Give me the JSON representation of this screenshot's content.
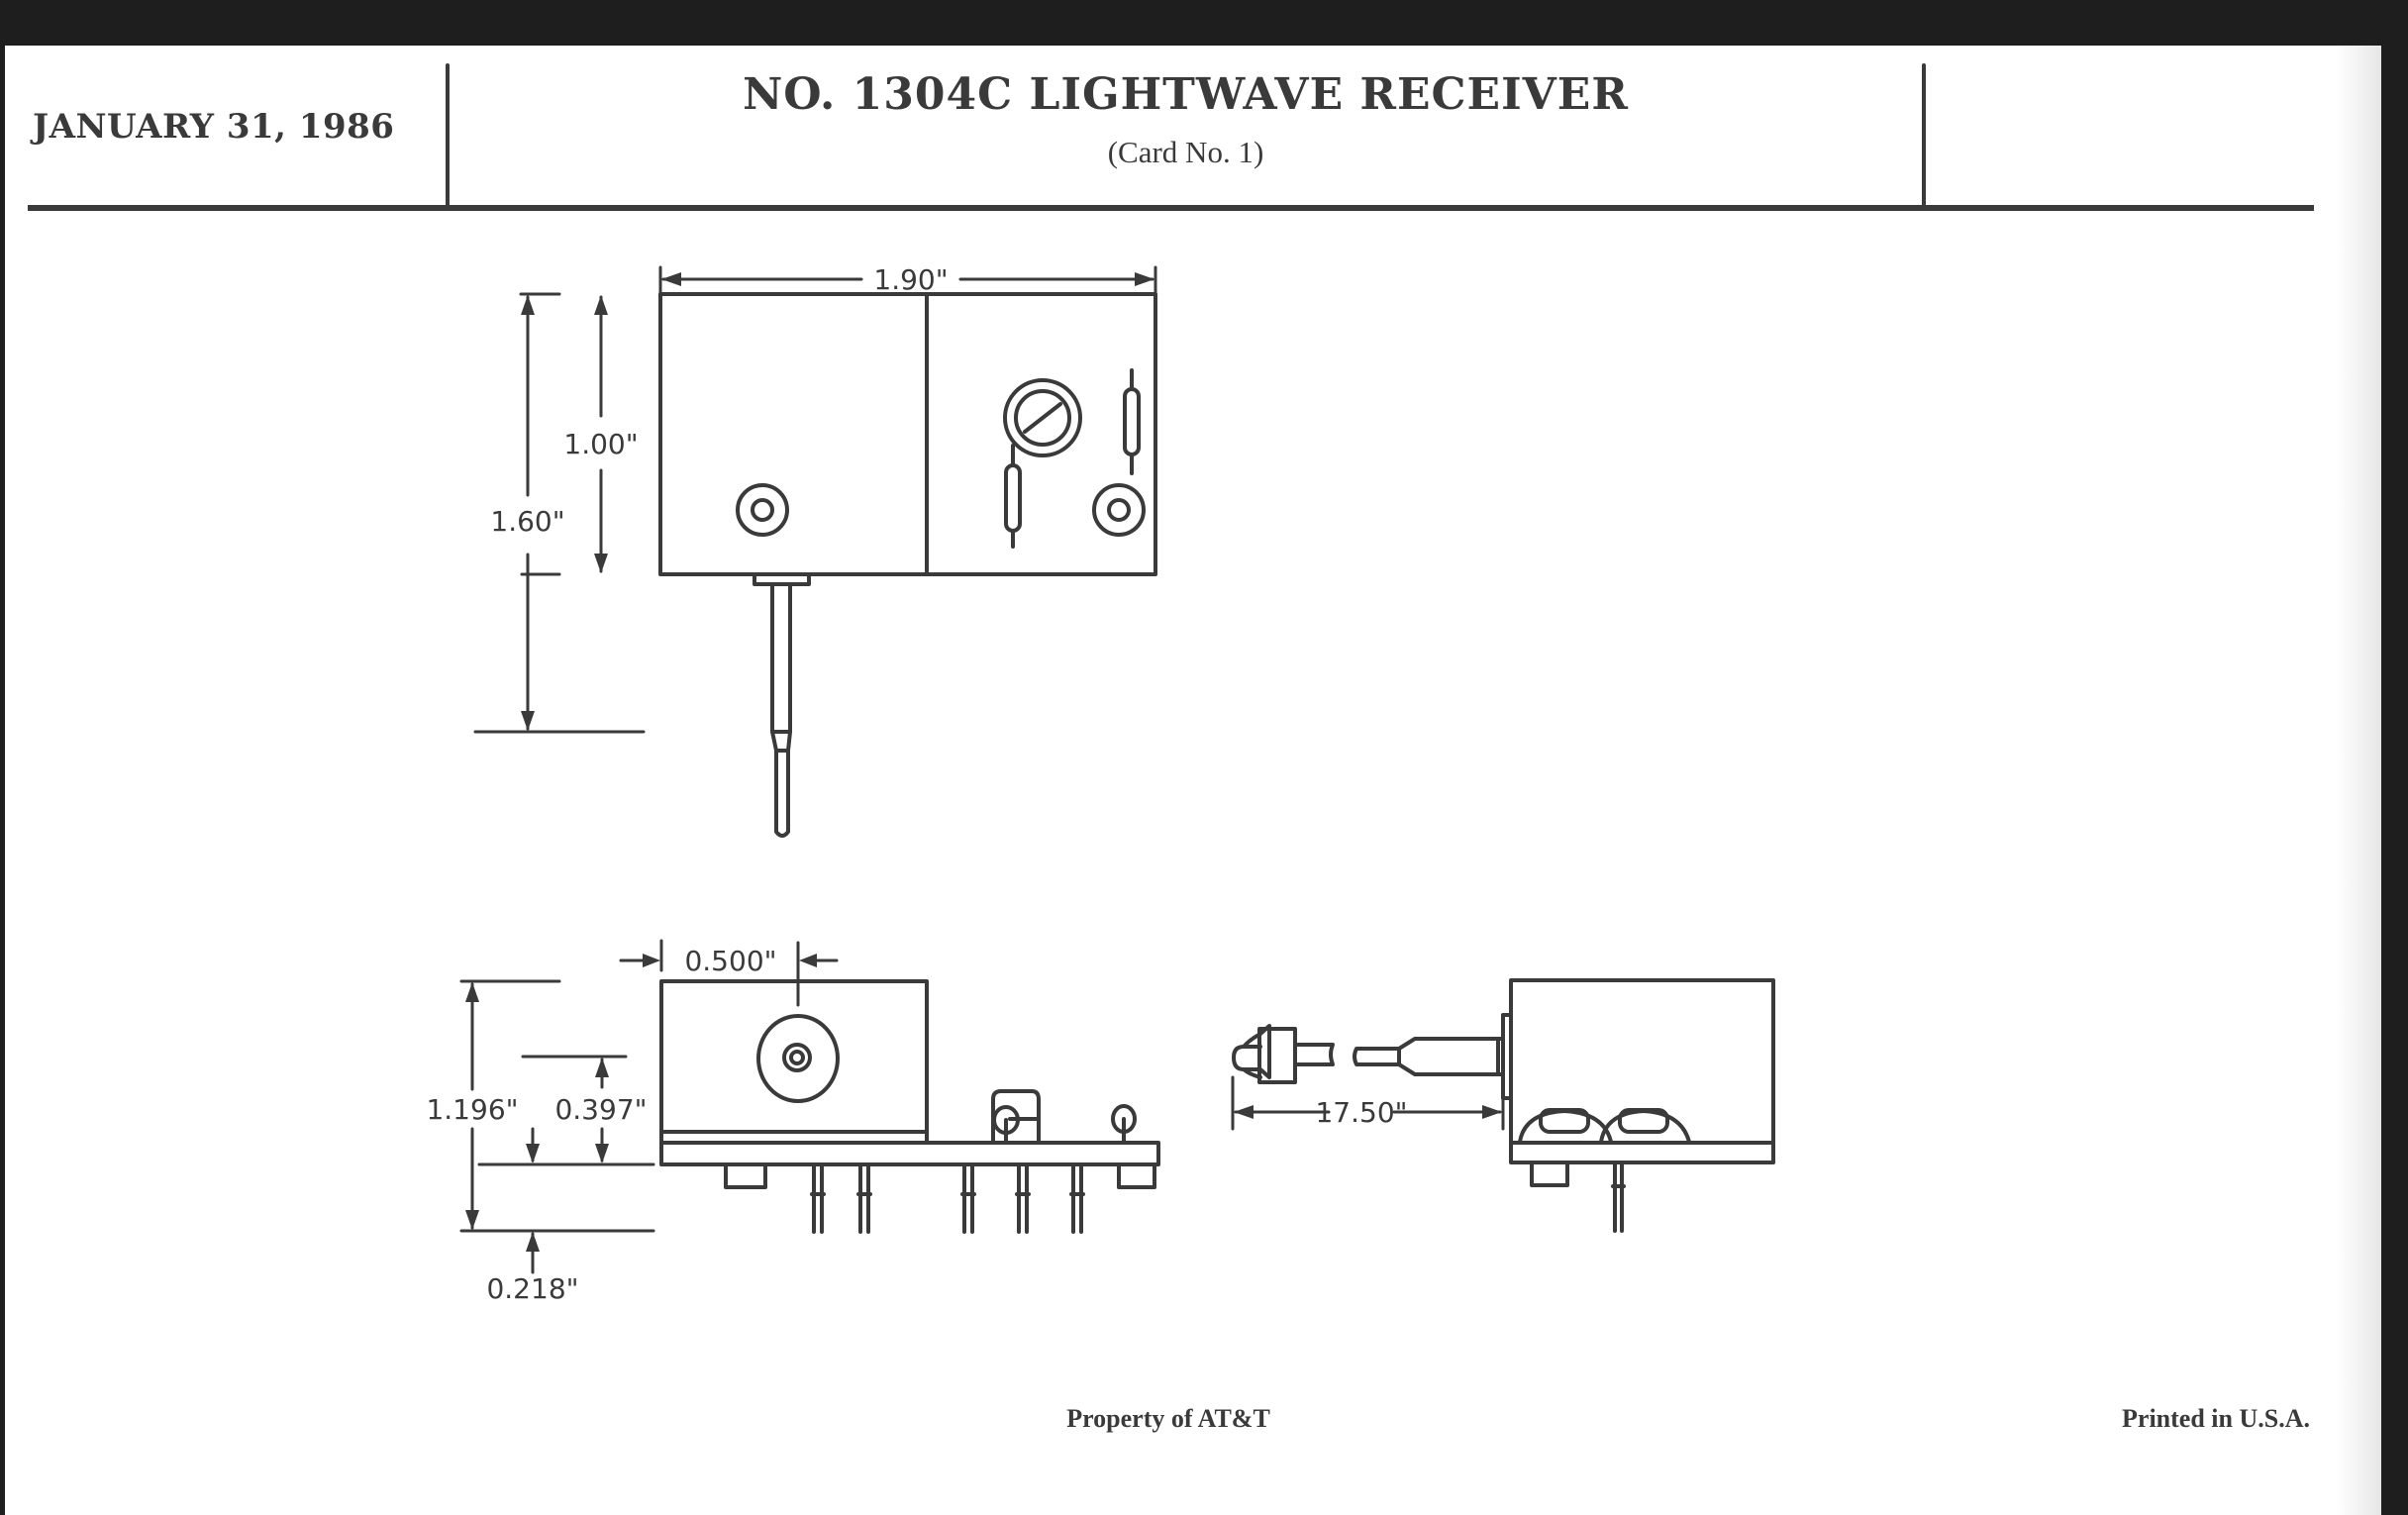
{
  "header": {
    "date": "JANUARY 31, 1986",
    "title": "NO. 1304C LIGHTWAVE RECEIVER",
    "subtitle": "(Card No. 1)"
  },
  "drawing": {
    "top_view": {
      "width_label": "1.90\"",
      "height_body_label": "1.00\"",
      "height_total_label": "1.60\""
    },
    "front_view": {
      "offset_label": "0.500\"",
      "height_label": "1.196\"",
      "center_height_label": "0.397\"",
      "pin_length_label": "0.218\""
    },
    "side_view": {
      "cable_length_label": "17.50\""
    }
  },
  "footer": {
    "property": "Property of AT&T",
    "printed": "Printed in U.S.A."
  }
}
